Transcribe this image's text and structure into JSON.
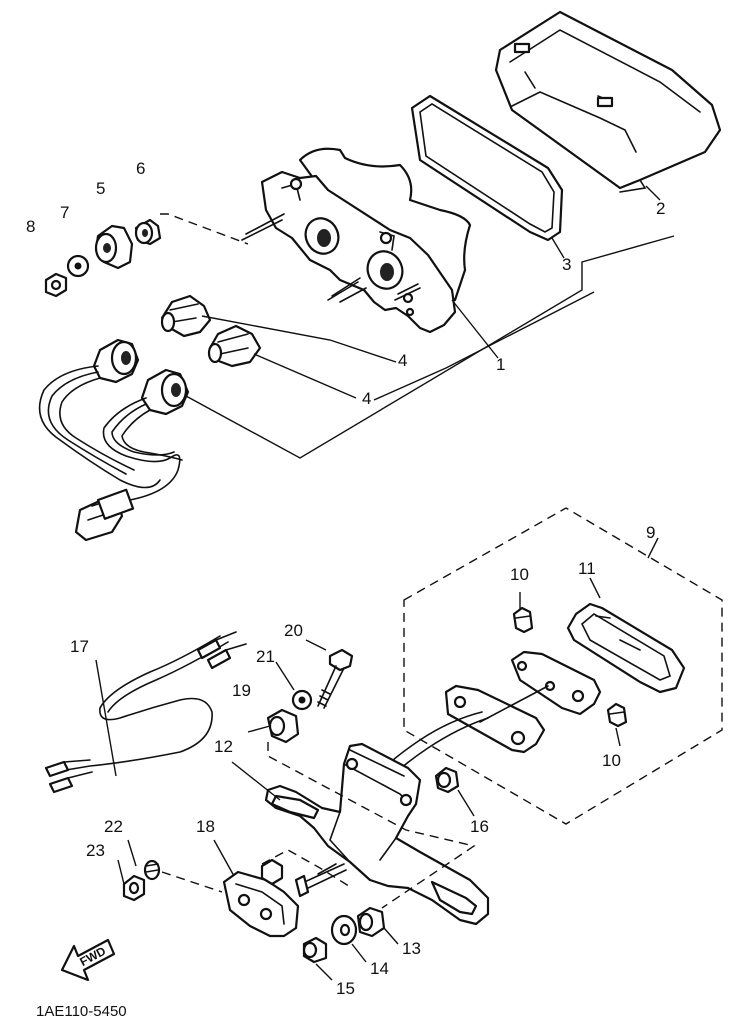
{
  "diagram": {
    "code": "1AE110-5450",
    "direction_label": "FWD",
    "callouts": [
      {
        "id": "c1",
        "text": "1"
      },
      {
        "id": "c2",
        "text": "2"
      },
      {
        "id": "c3",
        "text": "3"
      },
      {
        "id": "c4a",
        "text": "4"
      },
      {
        "id": "c4b",
        "text": "4"
      },
      {
        "id": "c5",
        "text": "5"
      },
      {
        "id": "c6",
        "text": "6"
      },
      {
        "id": "c7",
        "text": "7"
      },
      {
        "id": "c8",
        "text": "8"
      },
      {
        "id": "c9",
        "text": "9"
      },
      {
        "id": "c10a",
        "text": "10"
      },
      {
        "id": "c10b",
        "text": "10"
      },
      {
        "id": "c11",
        "text": "11"
      },
      {
        "id": "c12",
        "text": "12"
      },
      {
        "id": "c13",
        "text": "13"
      },
      {
        "id": "c14",
        "text": "14"
      },
      {
        "id": "c15",
        "text": "15"
      },
      {
        "id": "c16",
        "text": "16"
      },
      {
        "id": "c17",
        "text": "17"
      },
      {
        "id": "c18",
        "text": "18"
      },
      {
        "id": "c19",
        "text": "19"
      },
      {
        "id": "c20",
        "text": "20"
      },
      {
        "id": "c21",
        "text": "21"
      },
      {
        "id": "c22",
        "text": "22"
      },
      {
        "id": "c23",
        "text": "23"
      }
    ]
  }
}
